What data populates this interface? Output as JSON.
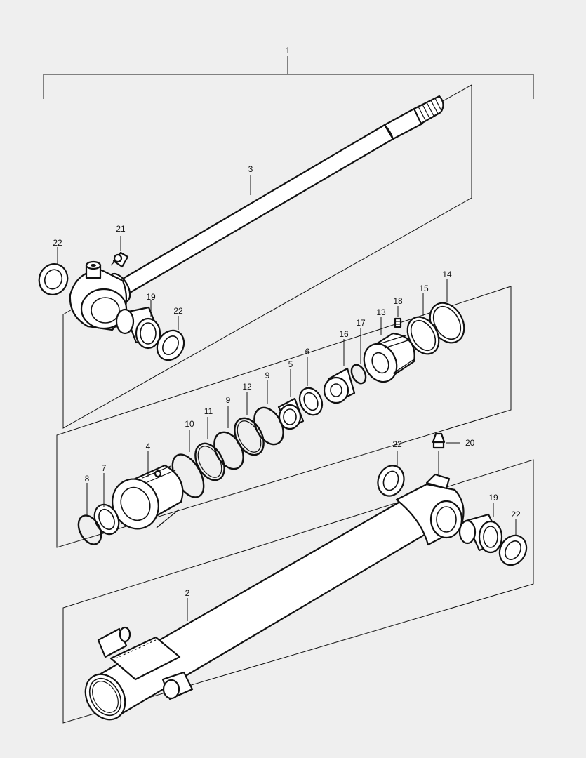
{
  "diagram": {
    "callouts": {
      "c1": "1",
      "c2": "2",
      "c3": "3",
      "c4": "4",
      "c5": "5",
      "c6": "6",
      "c7": "7",
      "c8": "8",
      "c9a": "9",
      "c9b": "9",
      "c10": "10",
      "c11": "11",
      "c12": "12",
      "c13": "13",
      "c14": "14",
      "c15": "15",
      "c16": "16",
      "c17": "17",
      "c18": "18",
      "c19a": "19",
      "c19b": "19",
      "c20": "20",
      "c21": "21",
      "c22a": "22",
      "c22b": "22",
      "c22c": "22",
      "c22d": "22"
    }
  }
}
